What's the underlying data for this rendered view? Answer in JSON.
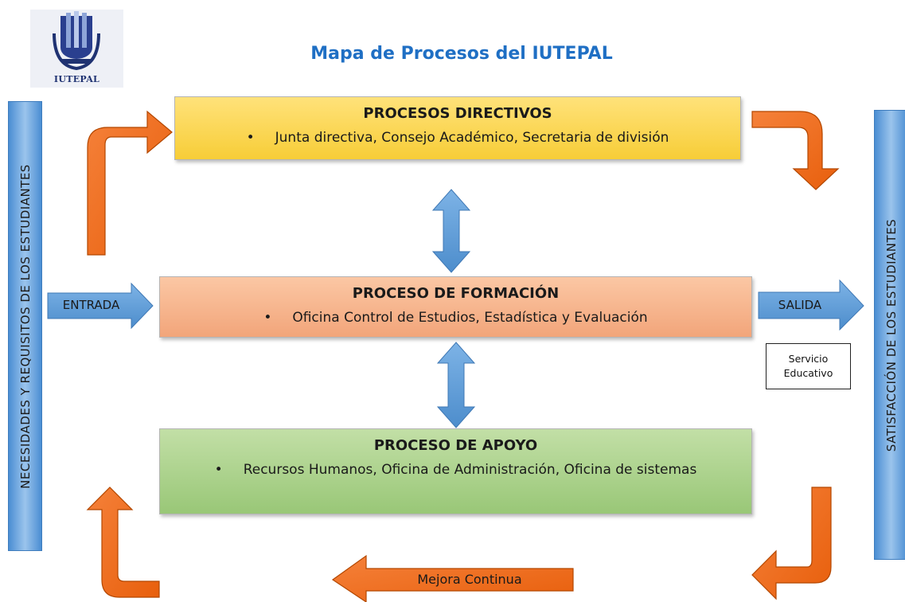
{
  "logo": {
    "text": "IUTEPAL"
  },
  "title": "Mapa de Procesos del IUTEPAL",
  "left_bar": {
    "text": "NECESIDADES Y REQUISITOS DE LOS ESTUDIANTES"
  },
  "right_bar": {
    "text": "SATISFACCIÓN DE LOS ESTUDIANTES"
  },
  "processes": {
    "directivos": {
      "title": "PROCESOS DIRECTIVOS",
      "item": "Junta directiva, Consejo Académico, Secretaria de división"
    },
    "formacion": {
      "title": "PROCESO DE FORMACIÓN",
      "item": "Oficina Control de Estudios, Estadística y Evaluación"
    },
    "apoyo": {
      "title": "PROCESO DE APOYO",
      "item": "Recursos Humanos, Oficina de Administración, Oficina de sistemas"
    }
  },
  "arrows": {
    "entrada": "ENTRADA",
    "salida": "SALIDA",
    "mejora": "Mejora Continua"
  },
  "servicio": {
    "line1": "Servicio",
    "line2": "Educativo"
  },
  "bullet_char": "•",
  "colors": {
    "title": "#1f6fc4",
    "orange_arrow": "#f26a10",
    "blue_arrow": "#5b9bd5",
    "directivos": "#f7cd37",
    "formacion": "#f2a57a",
    "apoyo": "#99c777"
  }
}
